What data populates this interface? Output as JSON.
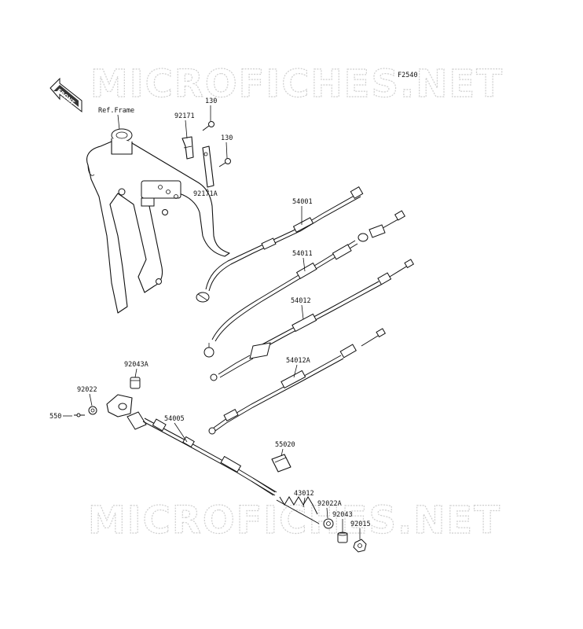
{
  "diagram": {
    "code": "F2540",
    "front_label": "FRONT",
    "ref_frame_label": "Ref.Frame",
    "watermark": "MICROFICHES.NET",
    "part_labels": {
      "p130_top": "130",
      "p130_mid": "130",
      "p92171": "92171",
      "p92171A": "92171A",
      "p54001": "54001",
      "p54011": "54011",
      "p54012": "54012",
      "p54012A": "54012A",
      "p92043A": "92043A",
      "p92022": "92022",
      "p550": "550",
      "p54005": "54005",
      "p55020": "55020",
      "p43012": "43012",
      "p92022A": "92022A",
      "p92043": "92043",
      "p92015": "92015"
    }
  }
}
